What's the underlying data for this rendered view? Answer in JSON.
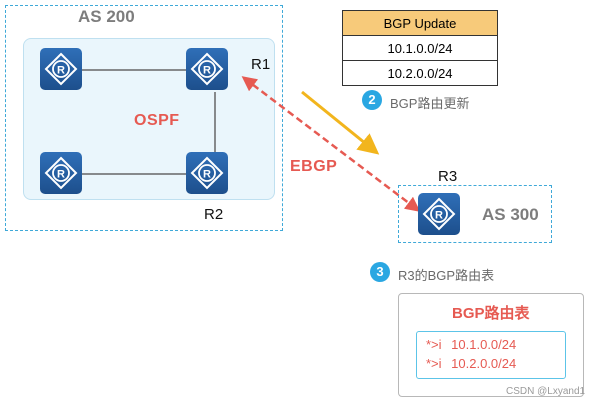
{
  "as200": {
    "label": "AS 200",
    "protocol": "OSPF"
  },
  "as300": {
    "label": "AS 300"
  },
  "routers": {
    "r1": "R1",
    "r2": "R2",
    "r3": "R3"
  },
  "ebgp_label": "EBGP",
  "bgp_update": {
    "header": "BGP Update",
    "rows": [
      "10.1.0.0/24",
      "10.2.0.0/24"
    ]
  },
  "steps": [
    {
      "number": "2",
      "text": "BGP路由更新"
    },
    {
      "number": "3",
      "text": "R3的BGP路由表"
    }
  ],
  "bgp_table": {
    "title": "BGP路由表",
    "entries": [
      {
        "flag": "*>i",
        "prefix": "10.1.0.0/24"
      },
      {
        "flag": "*>i",
        "prefix": "10.2.0.0/24"
      }
    ]
  },
  "watermark": "CSDN @Lxyand1",
  "colors": {
    "accent_red": "#e65a52",
    "as_border": "#3fa9d8",
    "router_blue": "#1d4f8c",
    "update_arrow": "#f2b51d",
    "header_fill": "#f7ca7a"
  }
}
